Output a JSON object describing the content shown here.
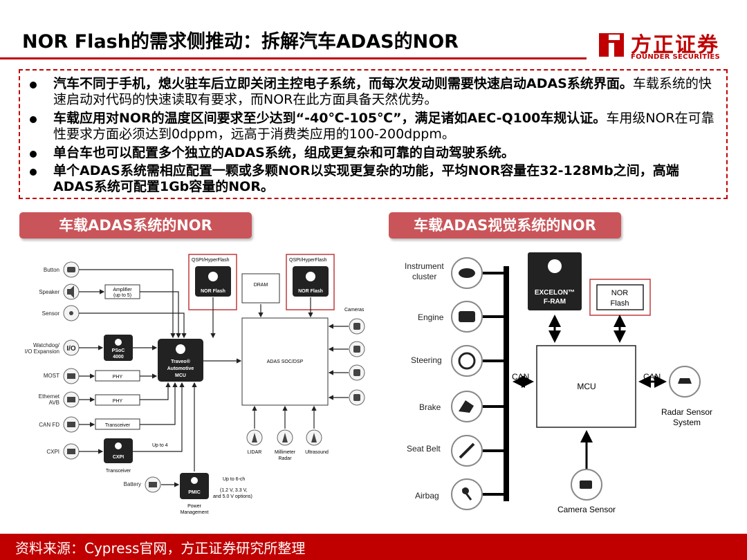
{
  "header": {
    "title": "NOR Flash的需求侧推动：拆解汽车ADAS的NOR",
    "logo_cn": "方正证券",
    "logo_en": "FOUNDER SECURITIES"
  },
  "bullets": [
    {
      "bold": "汽车不同于手机，熄火驻车后立即关闭主控电子系统，而每次发动则需要快速启动ADAS系统界面。",
      "normal": "车载系统的快速启动对代码的快速读取有要求，而NOR在此方面具备天然优势。"
    },
    {
      "bold": "车载应用对NOR的温度区间要求至少达到“-40℃-105℃”，满足诸如AEC-Q100车规认证。",
      "normal": "车用级NOR在可靠性要求方面必须达到0dppm，远高于消费类应用的100-200dppm。"
    },
    {
      "bold": "单台车也可以配置多个独立的ADAS系统，组成更复杂和可靠的自动驾驶系统。",
      "normal": ""
    },
    {
      "bold": "单个ADAS系统需相应配置一颗或多颗NOR以实现更复杂的功能，平均NOR容量在32-128Mb之间，高端ADAS系统可配置1Gb容量的NOR。",
      "normal": ""
    }
  ],
  "sections": {
    "left_title": "车载ADAS系统的NOR",
    "right_title": "车载ADAS视觉系统的NOR"
  },
  "left_diagram": {
    "inputs": [
      "Button",
      "Speaker",
      "Sensor",
      "Watchdog/",
      "I/O Expansion",
      "MOST",
      "Ethernet",
      "AVB",
      "CAN FD",
      "CXPI",
      "Battery"
    ],
    "io_label": "I/O",
    "amplifier": "Amplifier",
    "amplifier_sub": "(up to 5)",
    "psoc": "PSoC",
    "psoc_sub": "4000",
    "phy1": "PHY",
    "phy2": "PHY",
    "transceiver": "Transceiver",
    "cxpi_chip": "CXPI",
    "cxpi_transceiver": "Transceiver",
    "up_to_4": "Up to 4",
    "mcu_line1": "Traveo®",
    "mcu_line2": "Automotive",
    "mcu_line3": "MCU",
    "qspi1": "QSPI/HyperFlash",
    "qspi2": "QSPI/HyperFlash",
    "nor_flash1": "NOR Flash",
    "nor_flash2": "NOR Flash",
    "dram": "DRAM",
    "soc": "ADAS SOC/DSP",
    "cameras": "Cameras",
    "lidar": "LIDAR",
    "mmw1": "Millimeter",
    "mmw2": "Radar",
    "ultrasound": "Ultrasound",
    "pmic": "PMIC",
    "pmic_up": "Up to 6-ch",
    "pmic_v1": "(1.2 V, 3.3 V,",
    "pmic_v2": "and 5.0 V options)",
    "power1": "Power",
    "power2": "Management"
  },
  "right_diagram": {
    "inputs": [
      "Instrument",
      "cluster",
      "Engine",
      "Steering",
      "Brake",
      "Seat Belt",
      "Airbag"
    ],
    "excelon1": "EXCELON™",
    "excelon2": "F-RAM",
    "nor1": "NOR",
    "nor2": "Flash",
    "can_left": "CAN",
    "can_right": "CAN",
    "mcu": "MCU",
    "radar1": "Radar Sensor",
    "radar2": "System",
    "camera": "Camera Sensor"
  },
  "footer": {
    "source": "资料来源：Cypress官网，方正证券研究所整理"
  },
  "colors": {
    "brand_red": "#c00000",
    "section_red": "#c9555a",
    "highlight_box": "#c0393b"
  }
}
